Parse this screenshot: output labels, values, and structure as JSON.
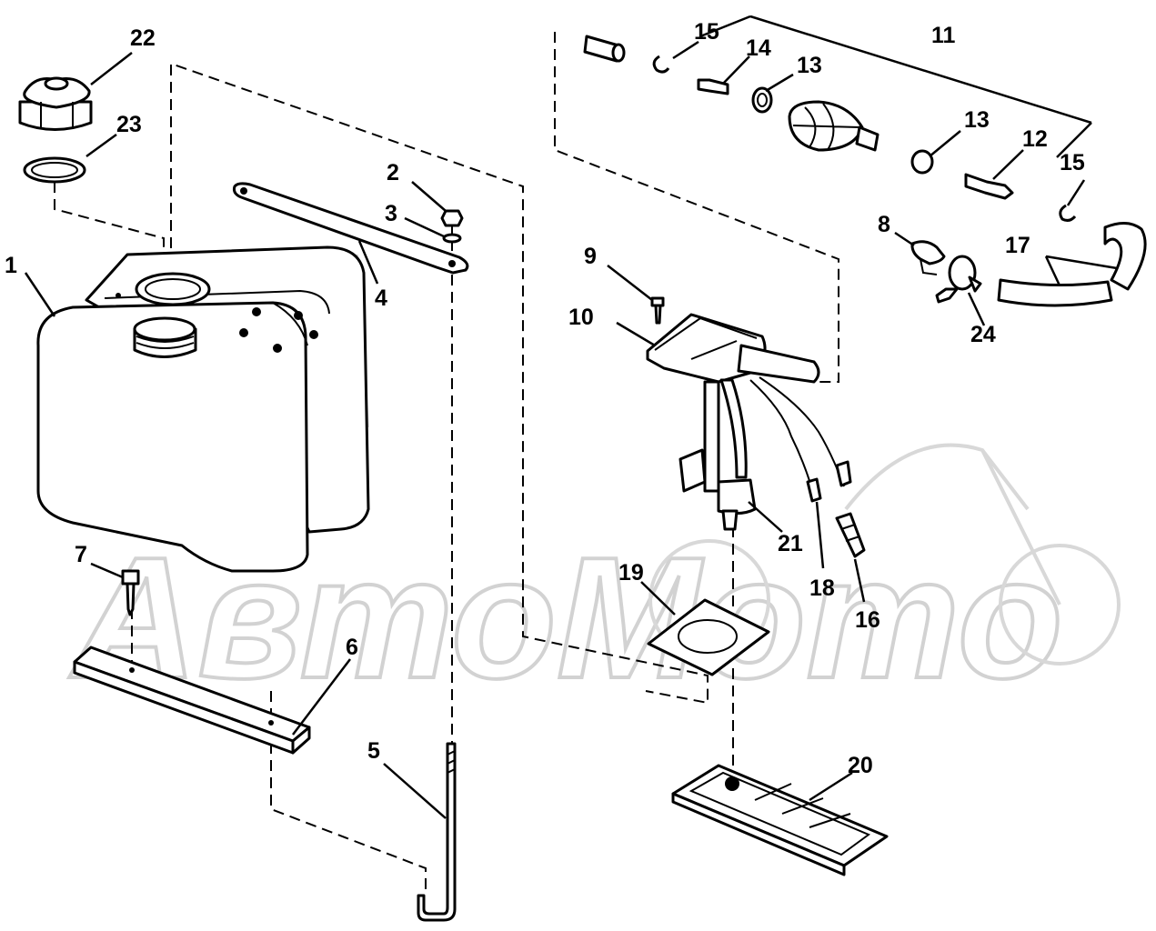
{
  "watermark": {
    "text": "АвтоМото"
  },
  "callouts": [
    "1",
    "2",
    "3",
    "4",
    "5",
    "6",
    "7",
    "8",
    "9",
    "10",
    "11",
    "12",
    "13",
    "13",
    "14",
    "15",
    "15",
    "16",
    "17",
    "18",
    "19",
    "20",
    "21",
    "22",
    "23",
    "24"
  ]
}
